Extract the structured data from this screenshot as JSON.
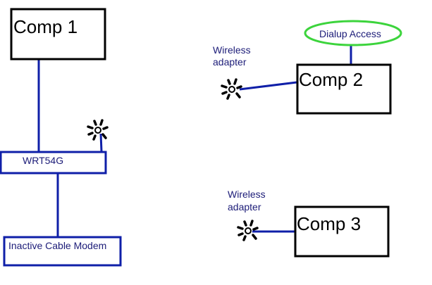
{
  "nodes": {
    "comp1": "Comp 1",
    "comp2": "Comp 2",
    "comp3": "Comp 3",
    "router": "WRT54G",
    "modem": "Inactive Cable Modem",
    "dialup": "Dialup Access",
    "adapter2": [
      "Wireless",
      "adapter"
    ],
    "adapter3": [
      "Wireless",
      "adapter"
    ]
  },
  "colors": {
    "link": "#0f1fa8",
    "dialup": "#3cd43c",
    "label": "#1c1c78"
  }
}
